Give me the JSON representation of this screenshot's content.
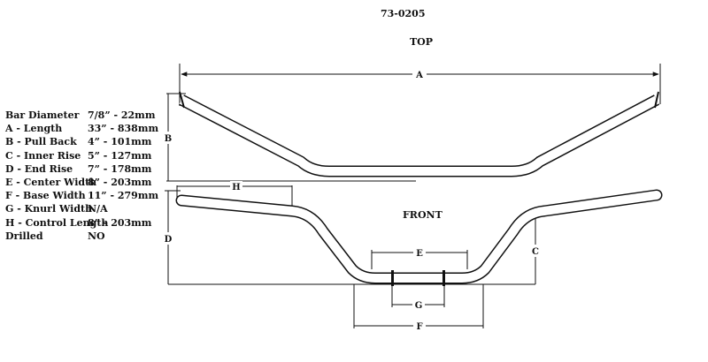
{
  "header": {
    "part_number": "73-0205",
    "top_view_label": "TOP",
    "front_view_label": "FRONT"
  },
  "specs": [
    {
      "label": "Bar Diameter",
      "value": "7/8” - 22mm"
    },
    {
      "label": "A - Length",
      "value": "33” - 838mm"
    },
    {
      "label": "B - Pull Back",
      "value": "4” - 101mm"
    },
    {
      "label": "C - Inner Rise",
      "value": "5” - 127mm"
    },
    {
      "label": "D - End Rise",
      "value": "7” - 178mm"
    },
    {
      "label": "E - Center Width",
      "value": "8” - 203mm"
    },
    {
      "label": "F - Base Width",
      "value": "11” - 279mm"
    },
    {
      "label": "G - Knurl Width",
      "value": "N/A"
    },
    {
      "label": "H - Control Length",
      "value": "8” - 203mm"
    },
    {
      "label": "Drilled",
      "value": "NO"
    }
  ],
  "dimensions": {
    "a": "A",
    "b": "B",
    "c": "C",
    "d": "D",
    "e": "E",
    "f": "F",
    "g": "G",
    "h": "H"
  }
}
